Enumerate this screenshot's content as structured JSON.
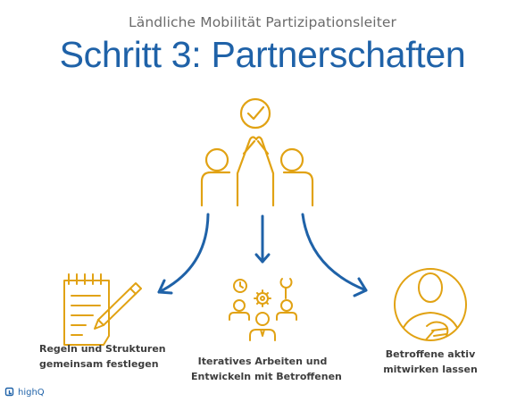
{
  "header": {
    "subtitle": "Ländliche Mobilität Partizipationsleiter",
    "title": "Schritt 3: Partnerschaften"
  },
  "steps": [
    {
      "line1": "Regeln und Strukturen",
      "line2": "gemeinsam festlegen"
    },
    {
      "line1": "Iteratives Arbeiten und",
      "line2": "Entwickeln mit Betroffenen"
    },
    {
      "line1": "Betroffene aktiv",
      "line2": "mitwirken lassen"
    }
  ],
  "brand": {
    "name": "highQ"
  },
  "colors": {
    "accent": "#1f62a8",
    "icon": "#e1a213",
    "text": "#3e3e3e",
    "subtitle": "#6b6b6b"
  }
}
